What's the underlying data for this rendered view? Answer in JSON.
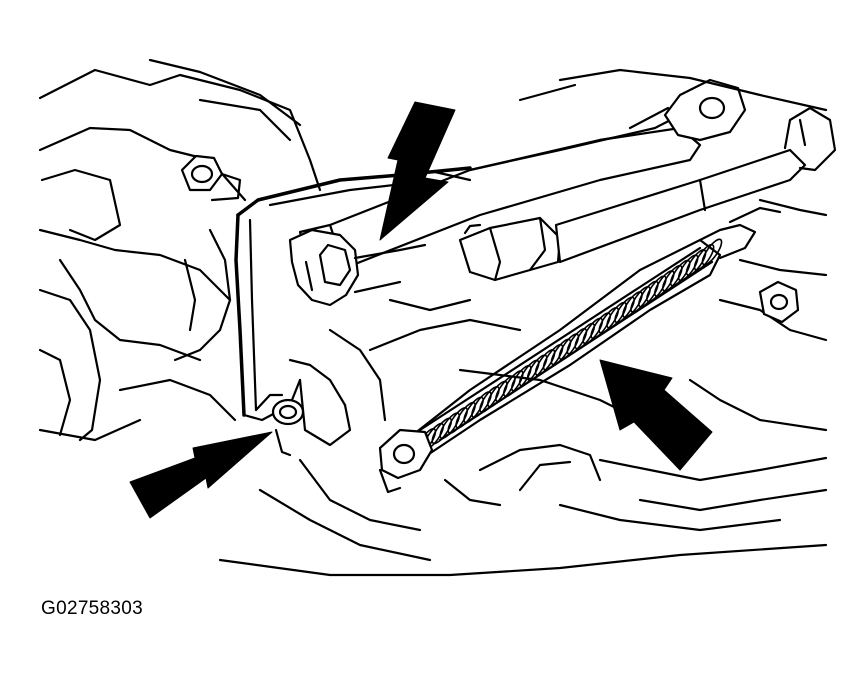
{
  "figure": {
    "code": "G02758303",
    "callout_arrows": [
      "arrow-top",
      "arrow-lower-left",
      "arrow-lower-right"
    ]
  }
}
